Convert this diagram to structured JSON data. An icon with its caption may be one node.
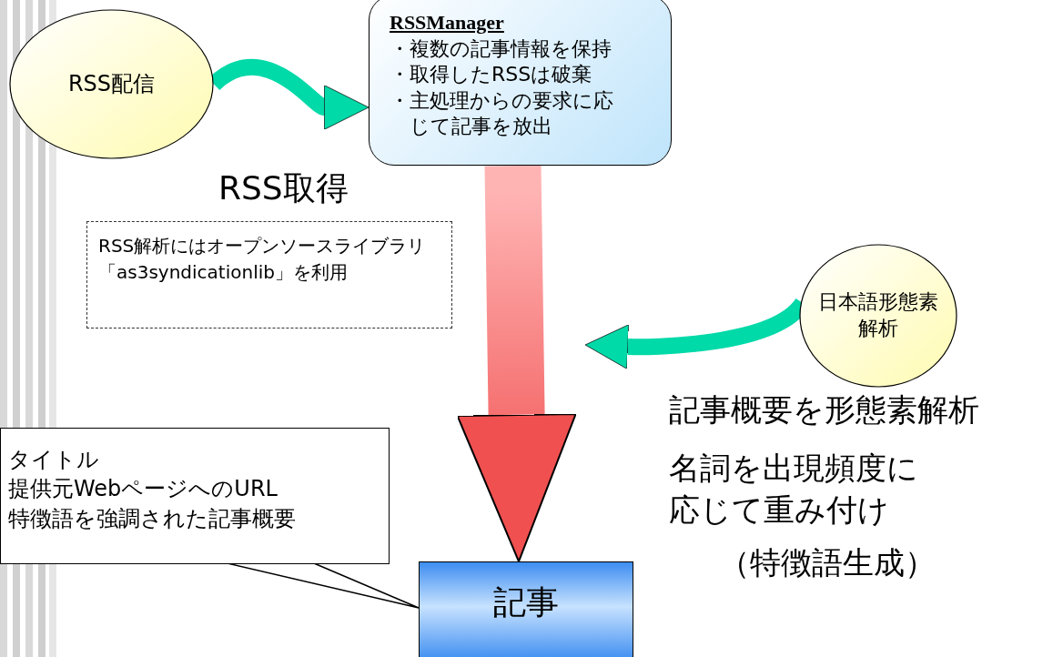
{
  "diagram": {
    "nodes": [
      {
        "text": [
          "RSS配信"
        ]
      },
      {
        "text": [
          "RSSManager",
          "・複数の記事情報を保持",
          "・取得したRSSは破棄",
          "・主処理からの要求に応じて記事を放出"
        ]
      },
      {
        "text": [
          "RSS解析にはオープンソースライブラリ「as3syndicationlib」を利用"
        ]
      },
      {
        "text": [
          "日本語形態素解析"
        ]
      },
      {
        "text": [
          "タイトル",
          "提供元WebページへのURL",
          "特徴語を強調された記事概要"
        ]
      },
      {
        "text": [
          "記事"
        ]
      }
    ],
    "edges": [
      {
        "from": 0,
        "to": 1,
        "arrow": "to",
        "label": "RSS取得"
      },
      {
        "from": 1,
        "to": 5,
        "arrow": "to",
        "style": "thick",
        "color": "#f05050"
      },
      {
        "from": 3,
        "to": null,
        "arrow": "to"
      },
      {
        "from": 4,
        "to": 5,
        "arrow": "none",
        "color": "#000000"
      }
    ],
    "labels": [
      "記事概要を形態素解析",
      "名詞を出現頻度に応じて重み付け",
      "（特徴語生成）"
    ]
  }
}
